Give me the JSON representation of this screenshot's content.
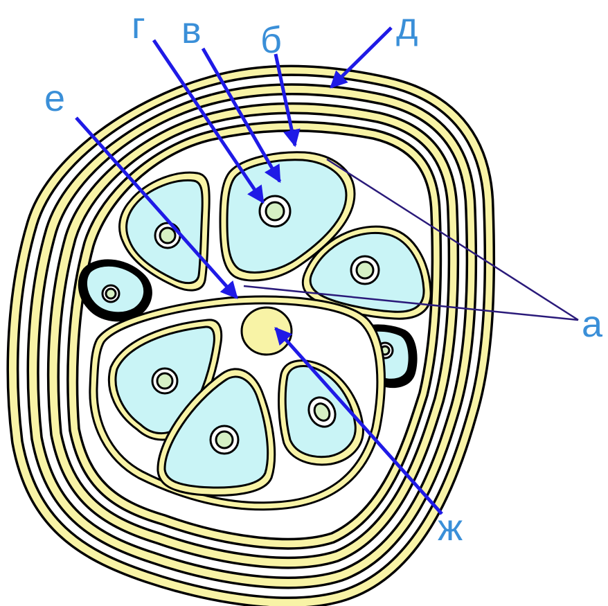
{
  "labels": {
    "a": "а",
    "b": "б",
    "v": "в",
    "g": "г",
    "d": "д",
    "e": "е",
    "zh": "ж"
  },
  "colors": {
    "sheath": "#f8f3a6",
    "cytoplasm": "#c9f4f6",
    "nucleus": "#d6f0c4",
    "arrow": "#1f1ae6",
    "pointer": "#2a1a7a",
    "label": "#3a8fd8",
    "outline": "#000000"
  }
}
